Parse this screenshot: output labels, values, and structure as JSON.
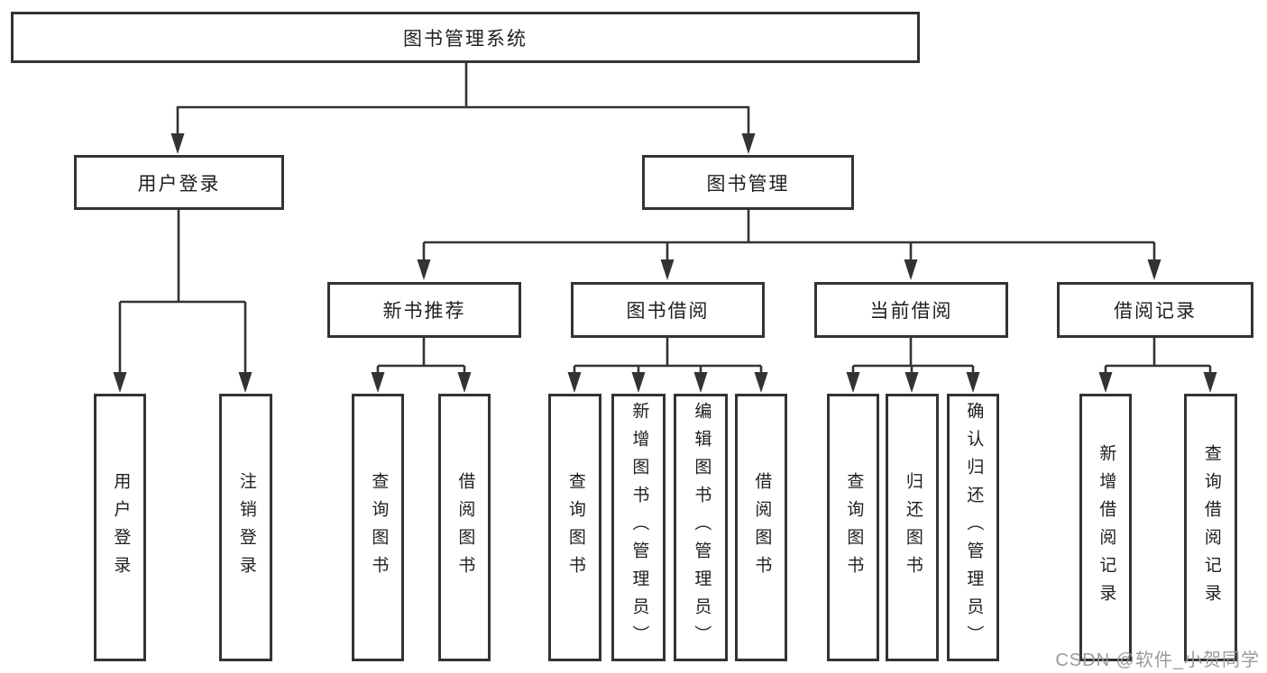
{
  "colors": {
    "line": "#333333",
    "box_border": "#333333",
    "text": "#1f1f1f",
    "background": "#ffffff",
    "watermark": "#969696"
  },
  "watermark": {
    "text": "CSDN @软件_小贺同学"
  },
  "diagram": {
    "type": "hierarchy-tree",
    "root": {
      "label": "图书管理系统"
    },
    "branches": [
      {
        "label": "用户登录",
        "children": [
          {
            "label": "用户登录"
          },
          {
            "label": "注销登录"
          }
        ]
      },
      {
        "label": "图书管理",
        "groups": [
          {
            "label": "新书推荐",
            "children": [
              {
                "label": "查询图书"
              },
              {
                "label": "借阅图书"
              }
            ]
          },
          {
            "label": "图书借阅",
            "children": [
              {
                "label": "查询图书"
              },
              {
                "label": "新增图书（管理员）"
              },
              {
                "label": "编辑图书（管理员）"
              },
              {
                "label": "借阅图书"
              }
            ]
          },
          {
            "label": "当前借阅",
            "children": [
              {
                "label": "查询图书"
              },
              {
                "label": "归还图书"
              },
              {
                "label": "确认归还（管理员）"
              }
            ]
          },
          {
            "label": "借阅记录",
            "children": [
              {
                "label": "新增借阅记录"
              },
              {
                "label": "查询借阅记录"
              }
            ]
          }
        ]
      }
    ]
  }
}
